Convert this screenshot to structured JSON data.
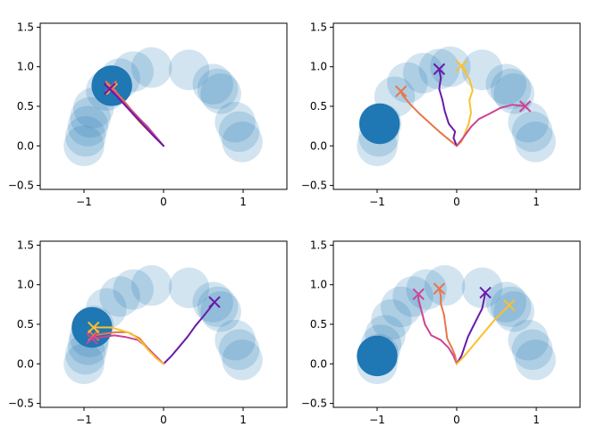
{
  "chart_data": [
    {
      "type": "scatter",
      "xlim": [
        -1.55,
        1.55
      ],
      "ylim": [
        -0.55,
        1.55
      ],
      "xticks": [
        -1,
        0,
        1
      ],
      "xtick_labels": [
        "−1",
        "0",
        "1"
      ],
      "yticks": [
        -0.5,
        0.0,
        0.5,
        1.0,
        1.5
      ],
      "ytick_labels": [
        "−0.5",
        "0.0",
        "0.5",
        "1.0",
        "1.5"
      ],
      "grid": false,
      "circles": [
        {
          "x": -1.0,
          "y": 0.0,
          "alpha": 0.2
        },
        {
          "x": -0.98,
          "y": 0.12,
          "alpha": 0.2
        },
        {
          "x": -0.95,
          "y": 0.25,
          "alpha": 0.2
        },
        {
          "x": -0.92,
          "y": 0.36,
          "alpha": 0.2
        },
        {
          "x": -0.88,
          "y": 0.48,
          "alpha": 0.2
        },
        {
          "x": -0.72,
          "y": 0.7,
          "alpha": 0.2
        },
        {
          "x": -0.55,
          "y": 0.85,
          "alpha": 0.2
        },
        {
          "x": -0.38,
          "y": 0.94,
          "alpha": 0.2
        },
        {
          "x": -0.15,
          "y": 0.99,
          "alpha": 0.2
        },
        {
          "x": 0.32,
          "y": 0.96,
          "alpha": 0.2
        },
        {
          "x": 0.62,
          "y": 0.78,
          "alpha": 0.2
        },
        {
          "x": 0.68,
          "y": 0.72,
          "alpha": 0.2
        },
        {
          "x": 0.72,
          "y": 0.66,
          "alpha": 0.2
        },
        {
          "x": 0.9,
          "y": 0.3,
          "alpha": 0.2
        },
        {
          "x": 0.95,
          "y": 0.18,
          "alpha": 0.2
        },
        {
          "x": 0.99,
          "y": 0.05,
          "alpha": 0.2
        },
        {
          "x": -0.65,
          "y": 0.76,
          "alpha": 1.0
        }
      ],
      "series": [
        {
          "color": "#fbc02d",
          "points": [
            [
              0.0,
              0.0
            ],
            [
              -0.1,
              0.1
            ],
            [
              -0.2,
              0.2
            ],
            [
              -0.3,
              0.3
            ],
            [
              -0.4,
              0.42
            ],
            [
              -0.5,
              0.55
            ],
            [
              -0.6,
              0.66
            ],
            [
              -0.65,
              0.72
            ]
          ]
        },
        {
          "color": "#e8764a",
          "points": [
            [
              0.0,
              0.0
            ],
            [
              -0.1,
              0.11
            ],
            [
              -0.2,
              0.23
            ],
            [
              -0.3,
              0.34
            ],
            [
              -0.4,
              0.45
            ],
            [
              -0.5,
              0.57
            ],
            [
              -0.6,
              0.68
            ],
            [
              -0.66,
              0.75
            ]
          ]
        },
        {
          "color": "#cc4494",
          "points": [
            [
              0.0,
              0.0
            ],
            [
              -0.1,
              0.12
            ],
            [
              -0.2,
              0.24
            ],
            [
              -0.32,
              0.36
            ],
            [
              -0.44,
              0.48
            ],
            [
              -0.55,
              0.6
            ],
            [
              -0.62,
              0.68
            ],
            [
              -0.67,
              0.72
            ]
          ]
        },
        {
          "color": "#6a1aaa",
          "points": [
            [
              0.0,
              0.0
            ],
            [
              -0.12,
              0.12
            ],
            [
              -0.25,
              0.26
            ],
            [
              -0.38,
              0.4
            ],
            [
              -0.5,
              0.53
            ],
            [
              -0.6,
              0.64
            ],
            [
              -0.66,
              0.7
            ],
            [
              -0.68,
              0.72
            ]
          ]
        }
      ]
    },
    {
      "type": "scatter",
      "xlim": [
        -1.55,
        1.55
      ],
      "ylim": [
        -0.55,
        1.55
      ],
      "xticks": [
        -1,
        0,
        1
      ],
      "xtick_labels": [
        "−1",
        "0",
        "1"
      ],
      "yticks": [
        -0.5,
        0.0,
        0.5,
        1.0,
        1.5
      ],
      "ytick_labels": [
        "−0.5",
        "0.0",
        "0.5",
        "1.0",
        "1.5"
      ],
      "grid": false,
      "circles": [
        {
          "x": -1.0,
          "y": 0.0,
          "alpha": 0.2
        },
        {
          "x": -0.98,
          "y": 0.12,
          "alpha": 0.2
        },
        {
          "x": -0.95,
          "y": 0.28,
          "alpha": 0.2
        },
        {
          "x": -0.78,
          "y": 0.62,
          "alpha": 0.2
        },
        {
          "x": -0.62,
          "y": 0.8,
          "alpha": 0.2
        },
        {
          "x": -0.42,
          "y": 0.92,
          "alpha": 0.2
        },
        {
          "x": -0.22,
          "y": 0.97,
          "alpha": 0.2
        },
        {
          "x": -0.08,
          "y": 1.0,
          "alpha": 0.2
        },
        {
          "x": 0.32,
          "y": 0.96,
          "alpha": 0.2
        },
        {
          "x": 0.62,
          "y": 0.78,
          "alpha": 0.2
        },
        {
          "x": 0.68,
          "y": 0.72,
          "alpha": 0.2
        },
        {
          "x": 0.72,
          "y": 0.66,
          "alpha": 0.2
        },
        {
          "x": 0.9,
          "y": 0.3,
          "alpha": 0.2
        },
        {
          "x": 0.95,
          "y": 0.18,
          "alpha": 0.2
        },
        {
          "x": 0.99,
          "y": 0.05,
          "alpha": 0.2
        },
        {
          "x": -0.97,
          "y": 0.28,
          "alpha": 1.0
        }
      ],
      "series": [
        {
          "color": "#e8764a",
          "points": [
            [
              0.0,
              0.0
            ],
            [
              -0.1,
              0.08
            ],
            [
              -0.22,
              0.18
            ],
            [
              -0.34,
              0.29
            ],
            [
              -0.46,
              0.4
            ],
            [
              -0.58,
              0.52
            ],
            [
              -0.68,
              0.64
            ],
            [
              -0.7,
              0.69
            ]
          ]
        },
        {
          "color": "#6a1aaa",
          "points": [
            [
              0.0,
              0.0
            ],
            [
              -0.04,
              0.1
            ],
            [
              -0.02,
              0.18
            ],
            [
              -0.1,
              0.28
            ],
            [
              -0.15,
              0.44
            ],
            [
              -0.18,
              0.58
            ],
            [
              -0.22,
              0.72
            ],
            [
              -0.2,
              0.86
            ],
            [
              -0.22,
              0.97
            ]
          ]
        },
        {
          "color": "#fbc02d",
          "points": [
            [
              0.0,
              0.0
            ],
            [
              0.06,
              0.05
            ],
            [
              0.1,
              0.15
            ],
            [
              0.15,
              0.28
            ],
            [
              0.18,
              0.42
            ],
            [
              0.16,
              0.58
            ],
            [
              0.2,
              0.7
            ],
            [
              0.16,
              0.84
            ],
            [
              0.1,
              0.94
            ],
            [
              0.06,
              1.01
            ]
          ]
        },
        {
          "color": "#cc4494",
          "points": [
            [
              0.0,
              0.0
            ],
            [
              0.08,
              0.1
            ],
            [
              0.18,
              0.24
            ],
            [
              0.28,
              0.34
            ],
            [
              0.4,
              0.4
            ],
            [
              0.55,
              0.48
            ],
            [
              0.7,
              0.52
            ],
            [
              0.86,
              0.5
            ]
          ]
        }
      ]
    },
    {
      "type": "scatter",
      "xlim": [
        -1.55,
        1.55
      ],
      "ylim": [
        -0.55,
        1.55
      ],
      "xticks": [
        -1,
        0,
        1
      ],
      "xtick_labels": [
        "−1",
        "0",
        "1"
      ],
      "yticks": [
        -0.5,
        0.0,
        0.5,
        1.0,
        1.5
      ],
      "ytick_labels": [
        "−0.5",
        "0.0",
        "0.5",
        "1.0",
        "1.5"
      ],
      "grid": false,
      "circles": [
        {
          "x": -1.0,
          "y": 0.0,
          "alpha": 0.2
        },
        {
          "x": -0.98,
          "y": 0.12,
          "alpha": 0.2
        },
        {
          "x": -0.95,
          "y": 0.24,
          "alpha": 0.2
        },
        {
          "x": -0.93,
          "y": 0.34,
          "alpha": 0.2
        },
        {
          "x": -0.88,
          "y": 0.48,
          "alpha": 0.2
        },
        {
          "x": -0.72,
          "y": 0.7,
          "alpha": 0.2
        },
        {
          "x": -0.55,
          "y": 0.85,
          "alpha": 0.2
        },
        {
          "x": -0.38,
          "y": 0.94,
          "alpha": 0.2
        },
        {
          "x": -0.15,
          "y": 0.99,
          "alpha": 0.2
        },
        {
          "x": 0.32,
          "y": 0.96,
          "alpha": 0.2
        },
        {
          "x": 0.62,
          "y": 0.78,
          "alpha": 0.2
        },
        {
          "x": 0.68,
          "y": 0.72,
          "alpha": 0.2
        },
        {
          "x": 0.72,
          "y": 0.66,
          "alpha": 0.2
        },
        {
          "x": 0.9,
          "y": 0.3,
          "alpha": 0.2
        },
        {
          "x": 0.95,
          "y": 0.18,
          "alpha": 0.2
        },
        {
          "x": 0.99,
          "y": 0.05,
          "alpha": 0.2
        },
        {
          "x": -0.9,
          "y": 0.46,
          "alpha": 1.0
        }
      ],
      "series": [
        {
          "color": "#6a1aaa",
          "points": [
            [
              0.0,
              0.0
            ],
            [
              0.1,
              0.1
            ],
            [
              0.2,
              0.22
            ],
            [
              0.3,
              0.34
            ],
            [
              0.4,
              0.48
            ],
            [
              0.5,
              0.6
            ],
            [
              0.58,
              0.7
            ],
            [
              0.64,
              0.78
            ]
          ]
        },
        {
          "color": "#e8764a",
          "points": [
            [
              0.0,
              0.0
            ],
            [
              -0.1,
              0.08
            ],
            [
              -0.2,
              0.2
            ],
            [
              -0.3,
              0.32
            ],
            [
              -0.45,
              0.4
            ],
            [
              -0.6,
              0.4
            ],
            [
              -0.75,
              0.38
            ],
            [
              -0.88,
              0.36
            ]
          ]
        },
        {
          "color": "#cc4494",
          "points": [
            [
              0.0,
              0.0
            ],
            [
              -0.1,
              0.1
            ],
            [
              -0.22,
              0.22
            ],
            [
              -0.32,
              0.3
            ],
            [
              -0.48,
              0.34
            ],
            [
              -0.62,
              0.36
            ],
            [
              -0.76,
              0.34
            ],
            [
              -0.9,
              0.32
            ]
          ]
        },
        {
          "color": "#fbc02d",
          "points": [
            [
              0.0,
              0.0
            ],
            [
              -0.08,
              0.06
            ],
            [
              -0.18,
              0.16
            ],
            [
              -0.28,
              0.28
            ],
            [
              -0.4,
              0.38
            ],
            [
              -0.52,
              0.42
            ],
            [
              -0.66,
              0.46
            ],
            [
              -0.78,
              0.46
            ],
            [
              -0.88,
              0.46
            ]
          ]
        }
      ]
    },
    {
      "type": "scatter",
      "xlim": [
        -1.55,
        1.55
      ],
      "ylim": [
        -0.55,
        1.55
      ],
      "xticks": [
        -1,
        0,
        1
      ],
      "xtick_labels": [
        "−1",
        "0",
        "1"
      ],
      "yticks": [
        -0.5,
        0.0,
        0.5,
        1.0,
        1.5
      ],
      "ytick_labels": [
        "−0.5",
        "0.0",
        "0.5",
        "1.0",
        "1.5"
      ],
      "grid": false,
      "circles": [
        {
          "x": -1.0,
          "y": 0.0,
          "alpha": 0.2
        },
        {
          "x": -0.98,
          "y": 0.12,
          "alpha": 0.2
        },
        {
          "x": -0.95,
          "y": 0.24,
          "alpha": 0.2
        },
        {
          "x": -0.9,
          "y": 0.36,
          "alpha": 0.2
        },
        {
          "x": -0.82,
          "y": 0.56,
          "alpha": 0.2
        },
        {
          "x": -0.7,
          "y": 0.72,
          "alpha": 0.2
        },
        {
          "x": -0.55,
          "y": 0.85,
          "alpha": 0.2
        },
        {
          "x": -0.38,
          "y": 0.94,
          "alpha": 0.2
        },
        {
          "x": -0.15,
          "y": 0.99,
          "alpha": 0.2
        },
        {
          "x": 0.32,
          "y": 0.96,
          "alpha": 0.2
        },
        {
          "x": 0.62,
          "y": 0.78,
          "alpha": 0.2
        },
        {
          "x": 0.68,
          "y": 0.72,
          "alpha": 0.2
        },
        {
          "x": 0.72,
          "y": 0.66,
          "alpha": 0.2
        },
        {
          "x": 0.9,
          "y": 0.3,
          "alpha": 0.2
        },
        {
          "x": 0.95,
          "y": 0.18,
          "alpha": 0.2
        },
        {
          "x": 0.99,
          "y": 0.05,
          "alpha": 0.2
        },
        {
          "x": -1.0,
          "y": 0.1,
          "alpha": 1.0
        }
      ],
      "series": [
        {
          "color": "#cc4494",
          "points": [
            [
              0.0,
              0.0
            ],
            [
              -0.04,
              0.1
            ],
            [
              -0.1,
              0.2
            ],
            [
              -0.2,
              0.3
            ],
            [
              -0.32,
              0.36
            ],
            [
              -0.4,
              0.5
            ],
            [
              -0.44,
              0.66
            ],
            [
              -0.48,
              0.8
            ],
            [
              -0.48,
              0.88
            ]
          ]
        },
        {
          "color": "#e8764a",
          "points": [
            [
              0.0,
              0.0
            ],
            [
              -0.02,
              0.1
            ],
            [
              -0.06,
              0.2
            ],
            [
              -0.12,
              0.32
            ],
            [
              -0.14,
              0.48
            ],
            [
              -0.16,
              0.62
            ],
            [
              -0.2,
              0.76
            ],
            [
              -0.2,
              0.86
            ],
            [
              -0.22,
              0.95
            ]
          ]
        },
        {
          "color": "#6a1aaa",
          "points": [
            [
              0.0,
              0.0
            ],
            [
              0.06,
              0.1
            ],
            [
              0.1,
              0.22
            ],
            [
              0.14,
              0.34
            ],
            [
              0.2,
              0.46
            ],
            [
              0.26,
              0.58
            ],
            [
              0.32,
              0.7
            ],
            [
              0.34,
              0.8
            ],
            [
              0.36,
              0.9
            ]
          ]
        },
        {
          "color": "#fbc02d",
          "points": [
            [
              0.0,
              0.0
            ],
            [
              0.08,
              0.08
            ],
            [
              0.18,
              0.2
            ],
            [
              0.28,
              0.32
            ],
            [
              0.38,
              0.44
            ],
            [
              0.48,
              0.56
            ],
            [
              0.58,
              0.66
            ],
            [
              0.66,
              0.74
            ]
          ]
        }
      ]
    }
  ]
}
